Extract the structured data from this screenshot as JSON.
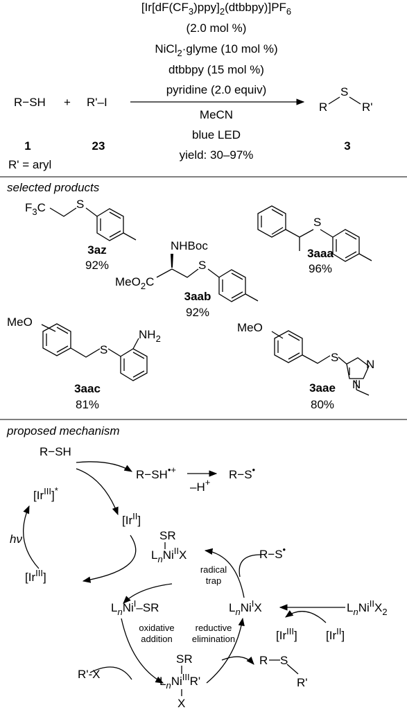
{
  "reaction": {
    "reactant1": "R−SH",
    "plus": "+",
    "reactant2": "R'–I",
    "label1": "1",
    "label2": "23",
    "note": "R' = aryl",
    "product_label": "3",
    "product_s": "S",
    "product_r": "R",
    "product_rp": "R'",
    "conditions": {
      "photocat": "[Ir[dF(CF3)ppy]2(dtbbpy)]PF6",
      "photocat_loading": "(2.0 mol %)",
      "nickel": "NiCl2·glyme (10 mol %)",
      "ligand": "dtbbpy (15 mol %)",
      "base": "pyridine (2.0 equiv)",
      "solvent": "MeCN",
      "light": "blue LED",
      "yield": "yield: 30–97%"
    }
  },
  "products": {
    "heading": "selected products",
    "items": [
      {
        "id": "3az",
        "yield": "92%",
        "group": "F3C"
      },
      {
        "id": "3aaa",
        "yield": "96%"
      },
      {
        "id": "3aab",
        "yield": "92%",
        "group1": "NHBoc",
        "group2": "MeO2C"
      },
      {
        "id": "3aac",
        "yield": "81%",
        "group1": "MeO",
        "group2": "NH2"
      },
      {
        "id": "3aae",
        "yield": "80%",
        "group1": "MeO",
        "n1": "N",
        "n2": "N"
      }
    ]
  },
  "mechanism": {
    "heading": "proposed mechanism",
    "rsh": "R−SH",
    "rsh_cation": "R−SH",
    "minus_h": "–H",
    "thiyl": "R−S",
    "ir3_excited": "[Ir",
    "ir2": "[Ir",
    "ir3": "[Ir",
    "hv": "hν",
    "ni_ii_sr": "SR",
    "radical_trap_1": "radical",
    "radical_trap_2": "trap",
    "thiyl2": "R−S",
    "ni_i_sr": "Ni",
    "ni_i_x": "Ni",
    "ni_ii_x2": "Ni",
    "ir3_b": "[Ir",
    "ir2_b": "[Ir",
    "ox_add_1": "oxidative",
    "ox_add_2": "addition",
    "red_elim_1": "reductive",
    "red_elim_2": "elimination",
    "rx": "R'-X",
    "ni_iii_sr": "SR",
    "ni_iii_x": "X",
    "product_s": "S",
    "product_r": "R",
    "product_rp": "R'"
  }
}
